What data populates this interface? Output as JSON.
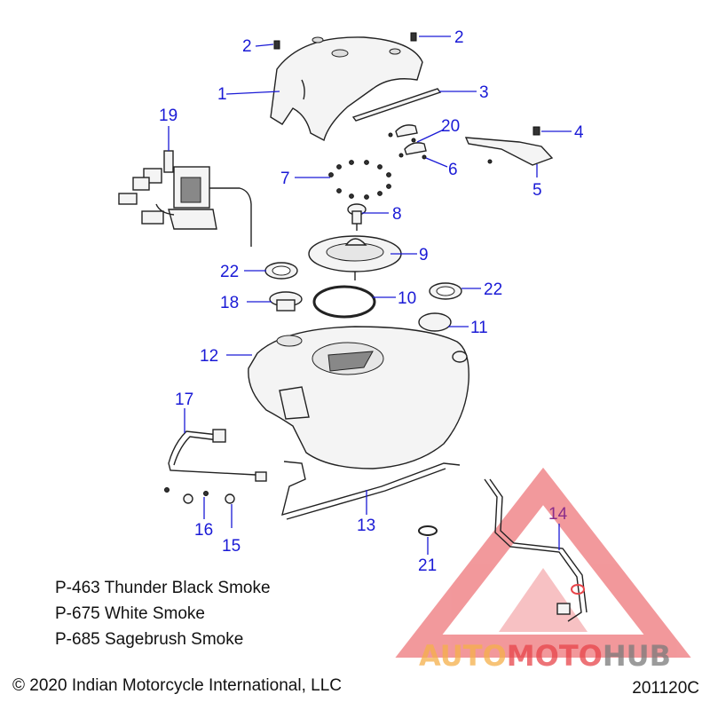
{
  "callouts": {
    "c1": "1",
    "c2a": "2",
    "c2b": "2",
    "c3": "3",
    "c4": "4",
    "c5": "5",
    "c6": "6",
    "c7": "7",
    "c8": "8",
    "c9": "9",
    "c10": "10",
    "c11": "11",
    "c12": "12",
    "c13": "13",
    "c14": "14",
    "c15": "15",
    "c16": "16",
    "c17": "17",
    "c18": "18",
    "c19": "19",
    "c20": "20",
    "c21": "21",
    "c22a": "22",
    "c22b": "22"
  },
  "colors_list": [
    "P-463 Thunder Black Smoke",
    "P-675 White Smoke",
    "P-685 Sagebrush Smoke"
  ],
  "copyright": "© 2020 Indian Motorcycle International, LLC",
  "drawing_code": "201120C",
  "watermark": {
    "part1": "AUTO",
    "part2": "MOTO",
    "part3": "HUB",
    "color_orange": "#f5b04a",
    "color_red": "#e8454a",
    "color_gray": "#7a7a7a"
  },
  "colors": {
    "callout_blue": "#1a1ad6",
    "callout_purple": "#8a2d8a"
  }
}
